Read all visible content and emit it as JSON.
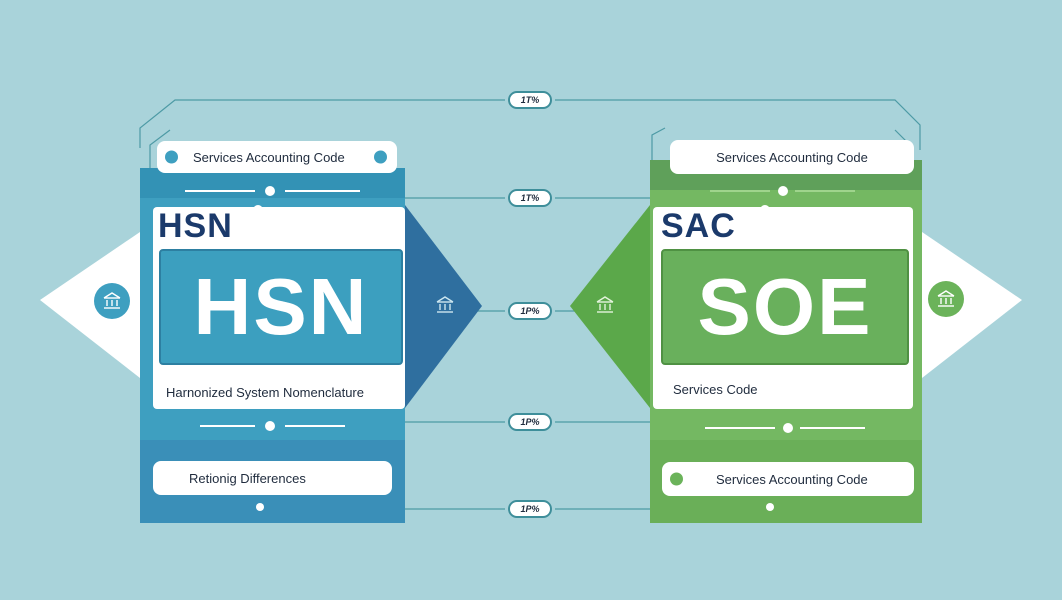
{
  "left_panel": {
    "top_pill": "Services Accounting Code",
    "small_title": "HSN",
    "code": "HSN",
    "subtitle": "Harnonized System Nomenclature",
    "bottom_pill": "Retionig Differences"
  },
  "right_panel": {
    "top_pill": "Services Accounting Code",
    "small_title": "SAC",
    "code": "SOE",
    "subtitle": "Services Code",
    "bottom_pill": "Services Accounting Code"
  },
  "connectors": {
    "badges": [
      "1T%",
      "1T%",
      "1P%",
      "1P%",
      "1P%"
    ]
  },
  "icons": {
    "left_outer": "bank-icon",
    "left_arrow": "bank-icon",
    "right_arrow": "bank-icon",
    "right_outer": "bank-icon"
  },
  "colors": {
    "background": "#a9d3da",
    "blue_panel": "#3f9fc0",
    "green_panel": "#6bb35a",
    "navy_text": "#1b3a6b"
  }
}
